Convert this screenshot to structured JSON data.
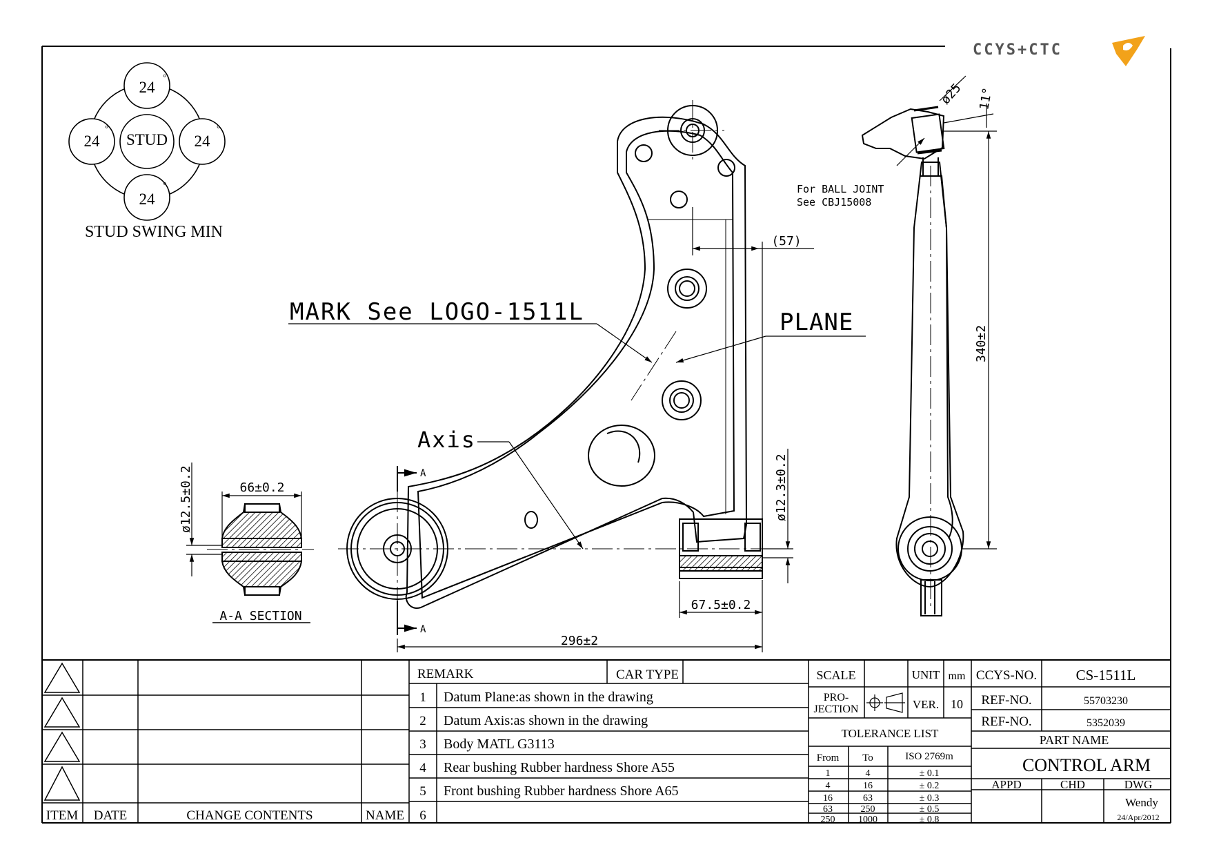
{
  "logo": {
    "text": "CCYS+CTC",
    "accent": "#f2a21a"
  },
  "stud_swing": {
    "title": "STUD SWING MIN",
    "center": "STUD",
    "top": "24",
    "left": "24",
    "right": "24",
    "bottom": "24",
    "unit_mark": "°"
  },
  "annotations": {
    "mark": "MARK See LOGO-1511L",
    "plane": "PLANE",
    "axis": "Axis",
    "ball_joint_line1": "For BALL JOINT",
    "ball_joint_line2": "See CBJ15008",
    "section_a_top": "A",
    "section_a_bottom": "A",
    "section_title": "A-A SECTION"
  },
  "dimensions": {
    "d57": "(57)",
    "d340": "340±2",
    "d25": "ø25",
    "d11": "11°",
    "d66": "66±0.2",
    "d125": "ø12.5±0.2",
    "d123": "ø12.3±0.2",
    "d675": "67.5±0.2",
    "d296": "296±2"
  },
  "revision_table": {
    "headers": {
      "item": "ITEM",
      "date": "DATE",
      "change": "CHANGE CONTENTS",
      "name": "NAME"
    }
  },
  "remarks": {
    "header": "REMARK",
    "car_type": "CAR TYPE",
    "items": [
      {
        "no": "1",
        "text": "Datum Plane:as shown in the drawing"
      },
      {
        "no": "2",
        "text": "Datum Axis:as shown in the drawing"
      },
      {
        "no": "3",
        "text": "Body MATL G3113"
      },
      {
        "no": "4",
        "text": "Rear bushing Rubber hardness Shore A55"
      },
      {
        "no": "5",
        "text": "Front bushing Rubber hardness Shore A65"
      },
      {
        "no": "6",
        "text": ""
      }
    ]
  },
  "title_block": {
    "scale_label": "SCALE",
    "unit_label": "UNIT",
    "unit_value": "mm",
    "projection_label_1": "PRO-",
    "projection_label_2": "JECTION",
    "ver_label": "VER.",
    "ver_value": "10",
    "ccys_label": "CCYS-NO.",
    "ccys_value": "CS-1511L",
    "ref1_label": "REF-NO.",
    "ref1_value": "55703230",
    "ref2_label": "REF-NO.",
    "ref2_value": "5352039",
    "part_name_label": "PART NAME",
    "part_name": "CONTROL ARM",
    "appd": "APPD",
    "chd": "CHD",
    "dwg": "DWG",
    "drawn_by": "Wendy",
    "date": "24/Apr/2012"
  },
  "tolerance": {
    "title": "TOLERANCE LIST",
    "from_label": "From",
    "to_label": "To",
    "iso_label": "ISO 2769m",
    "rows": [
      {
        "from": "1",
        "to": "4",
        "tol": "± 0.1"
      },
      {
        "from": "4",
        "to": "16",
        "tol": "± 0.2"
      },
      {
        "from": "16",
        "to": "63",
        "tol": "± 0.3"
      },
      {
        "from": "63",
        "to": "250",
        "tol": "± 0.5"
      },
      {
        "from": "250",
        "to": "1000",
        "tol": "± 0.8"
      }
    ]
  }
}
